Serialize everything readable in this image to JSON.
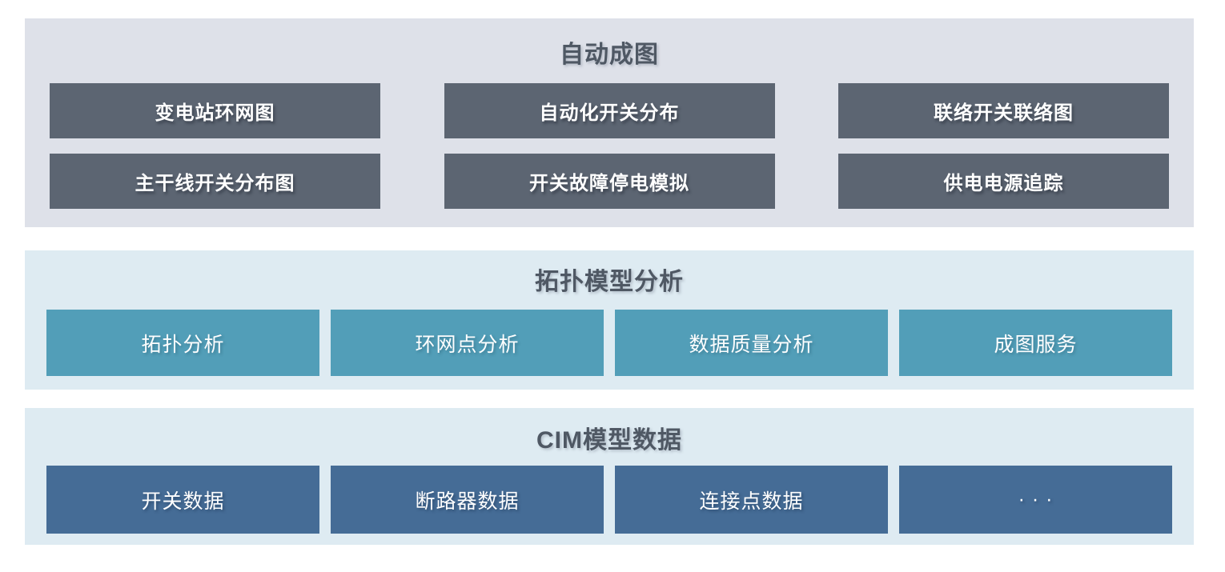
{
  "diagram": {
    "colors": {
      "page_bg": "#ffffff",
      "tier1_bg": "#dee1e9",
      "tier1_block": "#5c6572",
      "tier2_bg": "#deebf2",
      "tier2_block": "#529eb8",
      "tier3_bg": "#deebf2",
      "tier3_block": "#456c96",
      "title_text": "#4f5864",
      "block_text": "#ffffff"
    },
    "sections": [
      {
        "title": "自动成图",
        "rows": [
          [
            "变电站环网图",
            "自动化开关分布",
            "联络开关联络图"
          ],
          [
            "主干线开关分布图",
            "开关故障停电模拟",
            "供电电源追踪"
          ]
        ]
      },
      {
        "title": "拓扑模型分析",
        "items": [
          "拓扑分析",
          "环网点分析",
          "数据质量分析",
          "成图服务"
        ]
      },
      {
        "title": "CIM模型数据",
        "items": [
          "开关数据",
          "断路器数据",
          "连接点数据",
          "· · ·"
        ]
      }
    ]
  }
}
